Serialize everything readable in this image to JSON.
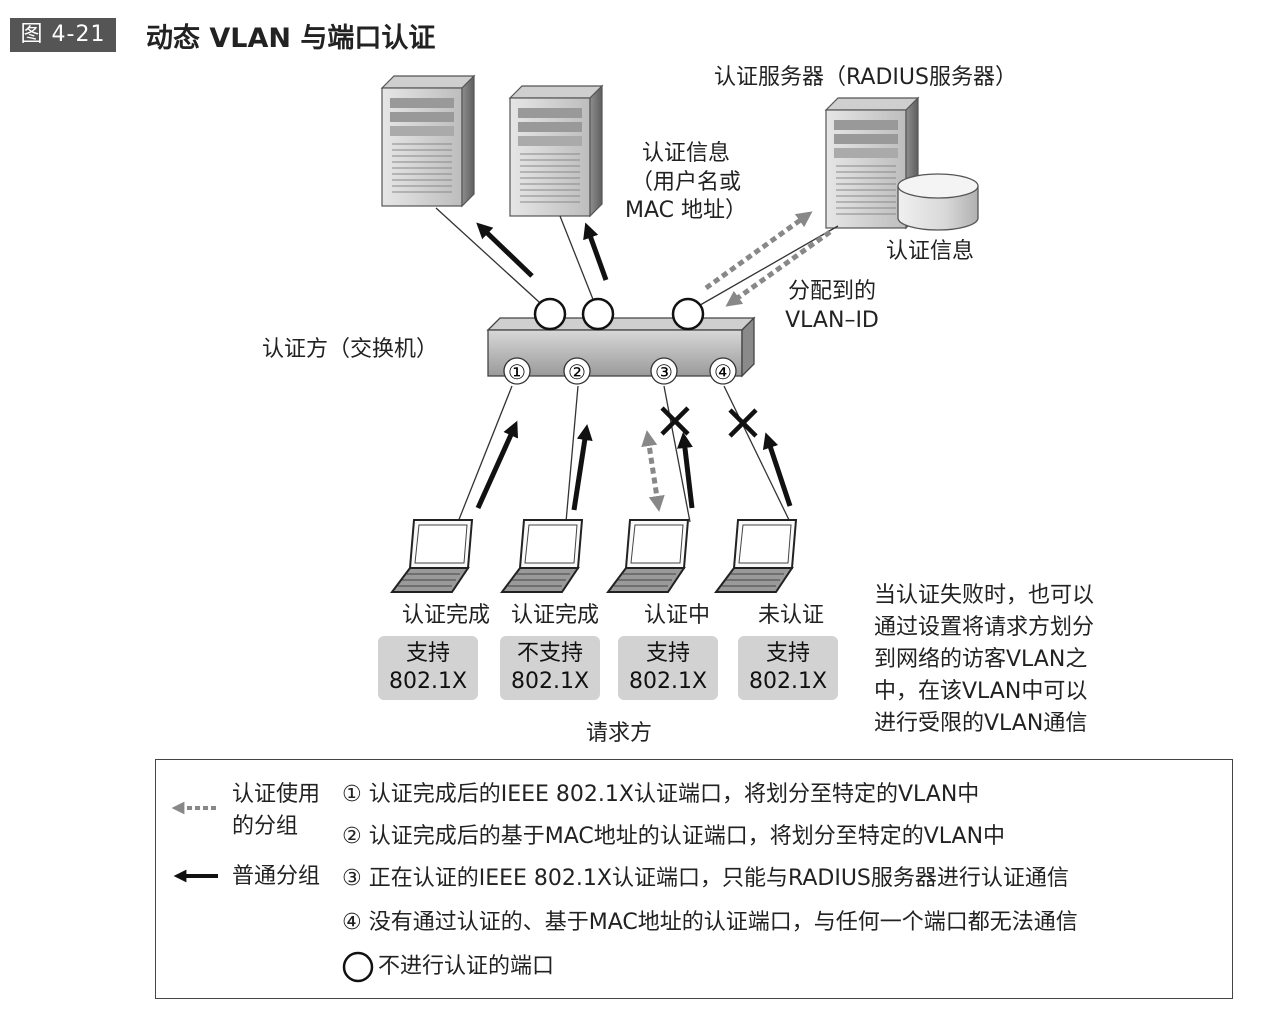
{
  "figure": {
    "tag": "图 4-21",
    "title": "动态 VLAN 与端口认证"
  },
  "labels": {
    "auth_server": "认证服务器（RADIUS服务器）",
    "auth_info_line1": "认证信息",
    "auth_info_line2": "（用户名或",
    "auth_info_line3": "MAC 地址）",
    "db_label": "认证信息",
    "assigned_line1": "分配到的",
    "assigned_line2": "VLAN–ID",
    "authenticator": "认证方（交换机）",
    "supplicant": "请求方"
  },
  "ports": [
    "①",
    "②",
    "③",
    "④"
  ],
  "clients": [
    {
      "status": "认证完成",
      "support_line1": "支持",
      "support_line2": "802.1X"
    },
    {
      "status": "认证完成",
      "support_line1": "不支持",
      "support_line2": "802.1X"
    },
    {
      "status": "认证中",
      "support_line1": "支持",
      "support_line2": "802.1X"
    },
    {
      "status": "未认证",
      "support_line1": "支持",
      "support_line2": "802.1X"
    }
  ],
  "side_note": [
    "当认证失败时，也可以",
    "通过设置将请求方划分",
    "到网络的访客VLAN之",
    "中，在该VLAN中可以",
    "进行受限的VLAN通信"
  ],
  "legend": {
    "auth_packet_line1": "认证使用",
    "auth_packet_line2": "的分组",
    "normal_packet": "普通分组",
    "items": [
      "① 认证完成后的IEEE 802.1X认证端口，将划分至特定的VLAN中",
      "② 认证完成后的基于MAC地址的认证端口，将划分至特定的VLAN中",
      "③ 正在认证的IEEE 802.1X认证端口，只能与RADIUS服务器进行认证通信",
      "④ 没有通过认证的、基于MAC地址的认证端口，与任何一个端口都无法通信"
    ],
    "open_port": "不进行认证的端口"
  }
}
